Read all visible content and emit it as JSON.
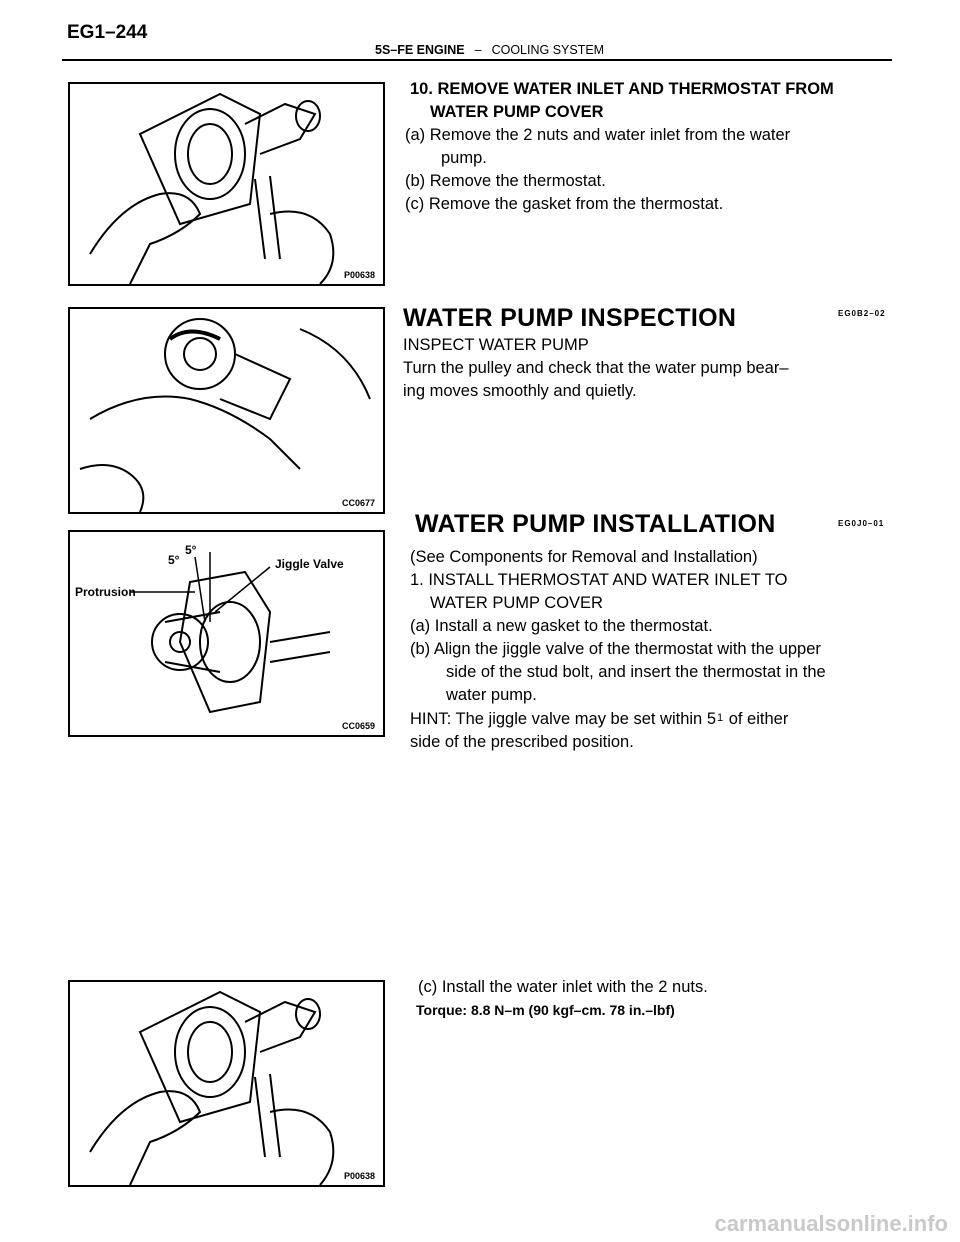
{
  "header": {
    "page_id": "EG1–244",
    "engine": "5S–FE ENGINE",
    "separator": "–",
    "system": "COOLING SYSTEM"
  },
  "section_remove": {
    "step_title_1": "10. REMOVE WATER INLET AND THERMOSTAT FROM",
    "step_title_2": "WATER PUMP COVER",
    "a_1": "(a) Remove the 2 nuts and water inlet from the water",
    "a_2": "pump.",
    "b": "(b) Remove the thermostat.",
    "c": "(c) Remove the gasket from the thermostat.",
    "figure_code": "P00638"
  },
  "section_inspection": {
    "heading": "WATER PUMP INSPECTION",
    "ref_code": "EG0B2–02",
    "subheading": "INSPECT WATER PUMP",
    "line_1": "Turn the pulley and check that the water pump bear–",
    "line_2": "ing moves smoothly and quietly.",
    "figure_code": "CC0677"
  },
  "section_installation": {
    "heading": "WATER PUMP INSTALLATION",
    "ref_code": "EG0J0–01",
    "see": "(See Components for Removal and Installation)",
    "step_title_1": "1. INSTALL THERMOSTAT AND WATER INLET TO",
    "step_title_2": "WATER PUMP COVER",
    "a": "(a) Install a new gasket to the thermostat.",
    "b_1": "(b) Align the jiggle valve of the thermostat with the upper",
    "b_2": "side of the stud bolt, and insert the thermostat in the",
    "b_3": "water pump.",
    "hint_1a": "HINT: The jiggle valve may be set within 5",
    "hint_1sup": "1",
    "hint_1b": " of either",
    "hint_2": "side of the prescribed position.",
    "figure_code": "CC0659",
    "label_protrusion": "Protrusion",
    "label_jiggle": "Jiggle Valve",
    "label_angle_1": "5°",
    "label_angle_2": "5°"
  },
  "section_final": {
    "c": "(c) Install the water inlet with the 2 nuts.",
    "torque": "Torque: 8.8 N–m (90 kgf–cm. 78 in.–lbf)",
    "figure_code": "P00638"
  },
  "watermark": "carmanualsonline.info"
}
